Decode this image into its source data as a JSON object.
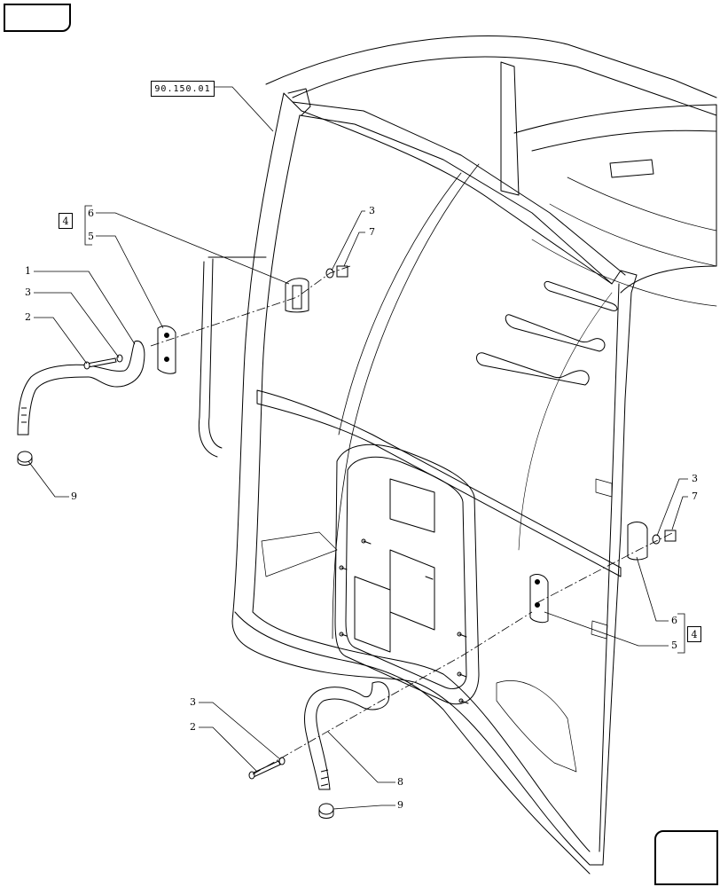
{
  "reference_box": "90.150.01",
  "group_ref_top": "4",
  "group_ref_right": "4",
  "callouts": {
    "c1": "1",
    "c3a": "3",
    "c2a": "2",
    "c6a": "6",
    "c5a": "5",
    "c3b": "3",
    "c7a": "7",
    "c9a": "9",
    "c3c": "3",
    "c7b": "7",
    "c6b": "6",
    "c5b": "5",
    "c3d": "3",
    "c2b": "2",
    "c8": "8",
    "c9b": "9"
  },
  "icons": {
    "prev": "hand-pointing-icon",
    "next": "arrow-next-icon"
  }
}
